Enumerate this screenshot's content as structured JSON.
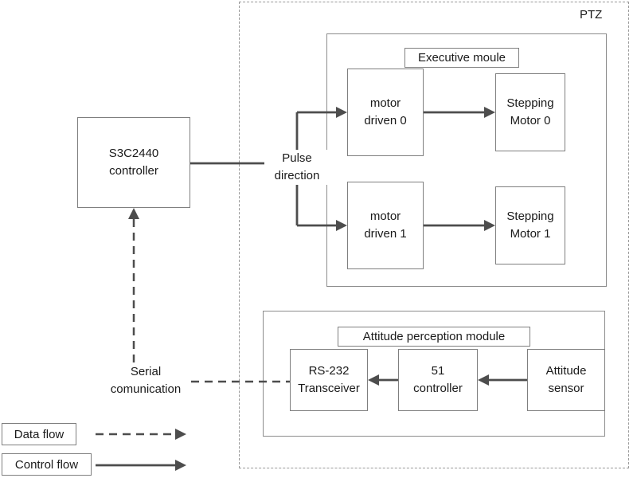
{
  "colors": {
    "background": "#ffffff",
    "line": "#4d4d4d",
    "box_border": "#7f7f7f",
    "dashed_container_border": "#999999",
    "text": "#1a1a1a"
  },
  "diagram": {
    "ptz_label": "PTZ",
    "controller": {
      "line1": "S3C2440",
      "line2": "controller"
    },
    "pulse": {
      "line1": "Pulse",
      "line2": "direction"
    },
    "executive": {
      "title": "Executive moule",
      "motor0": {
        "line1": "motor",
        "line2": "driven 0"
      },
      "motor1": {
        "line1": "motor",
        "line2": "driven 1"
      },
      "stepper0": {
        "line1": "Stepping",
        "line2": "Motor 0"
      },
      "stepper1": {
        "line1": "Stepping",
        "line2": "Motor 1"
      }
    },
    "attitude": {
      "title": "Attitude perception module",
      "rs232": {
        "line1": "RS-232",
        "line2": "Transceiver"
      },
      "mcu": {
        "line1": "51",
        "line2": "controller"
      },
      "sensor": {
        "line1": "Attitude",
        "line2": "sensor"
      }
    },
    "serial": {
      "line1": "Serial",
      "line2": "comunication"
    },
    "legend": {
      "data_flow": "Data flow",
      "control_flow": "Control flow"
    }
  }
}
